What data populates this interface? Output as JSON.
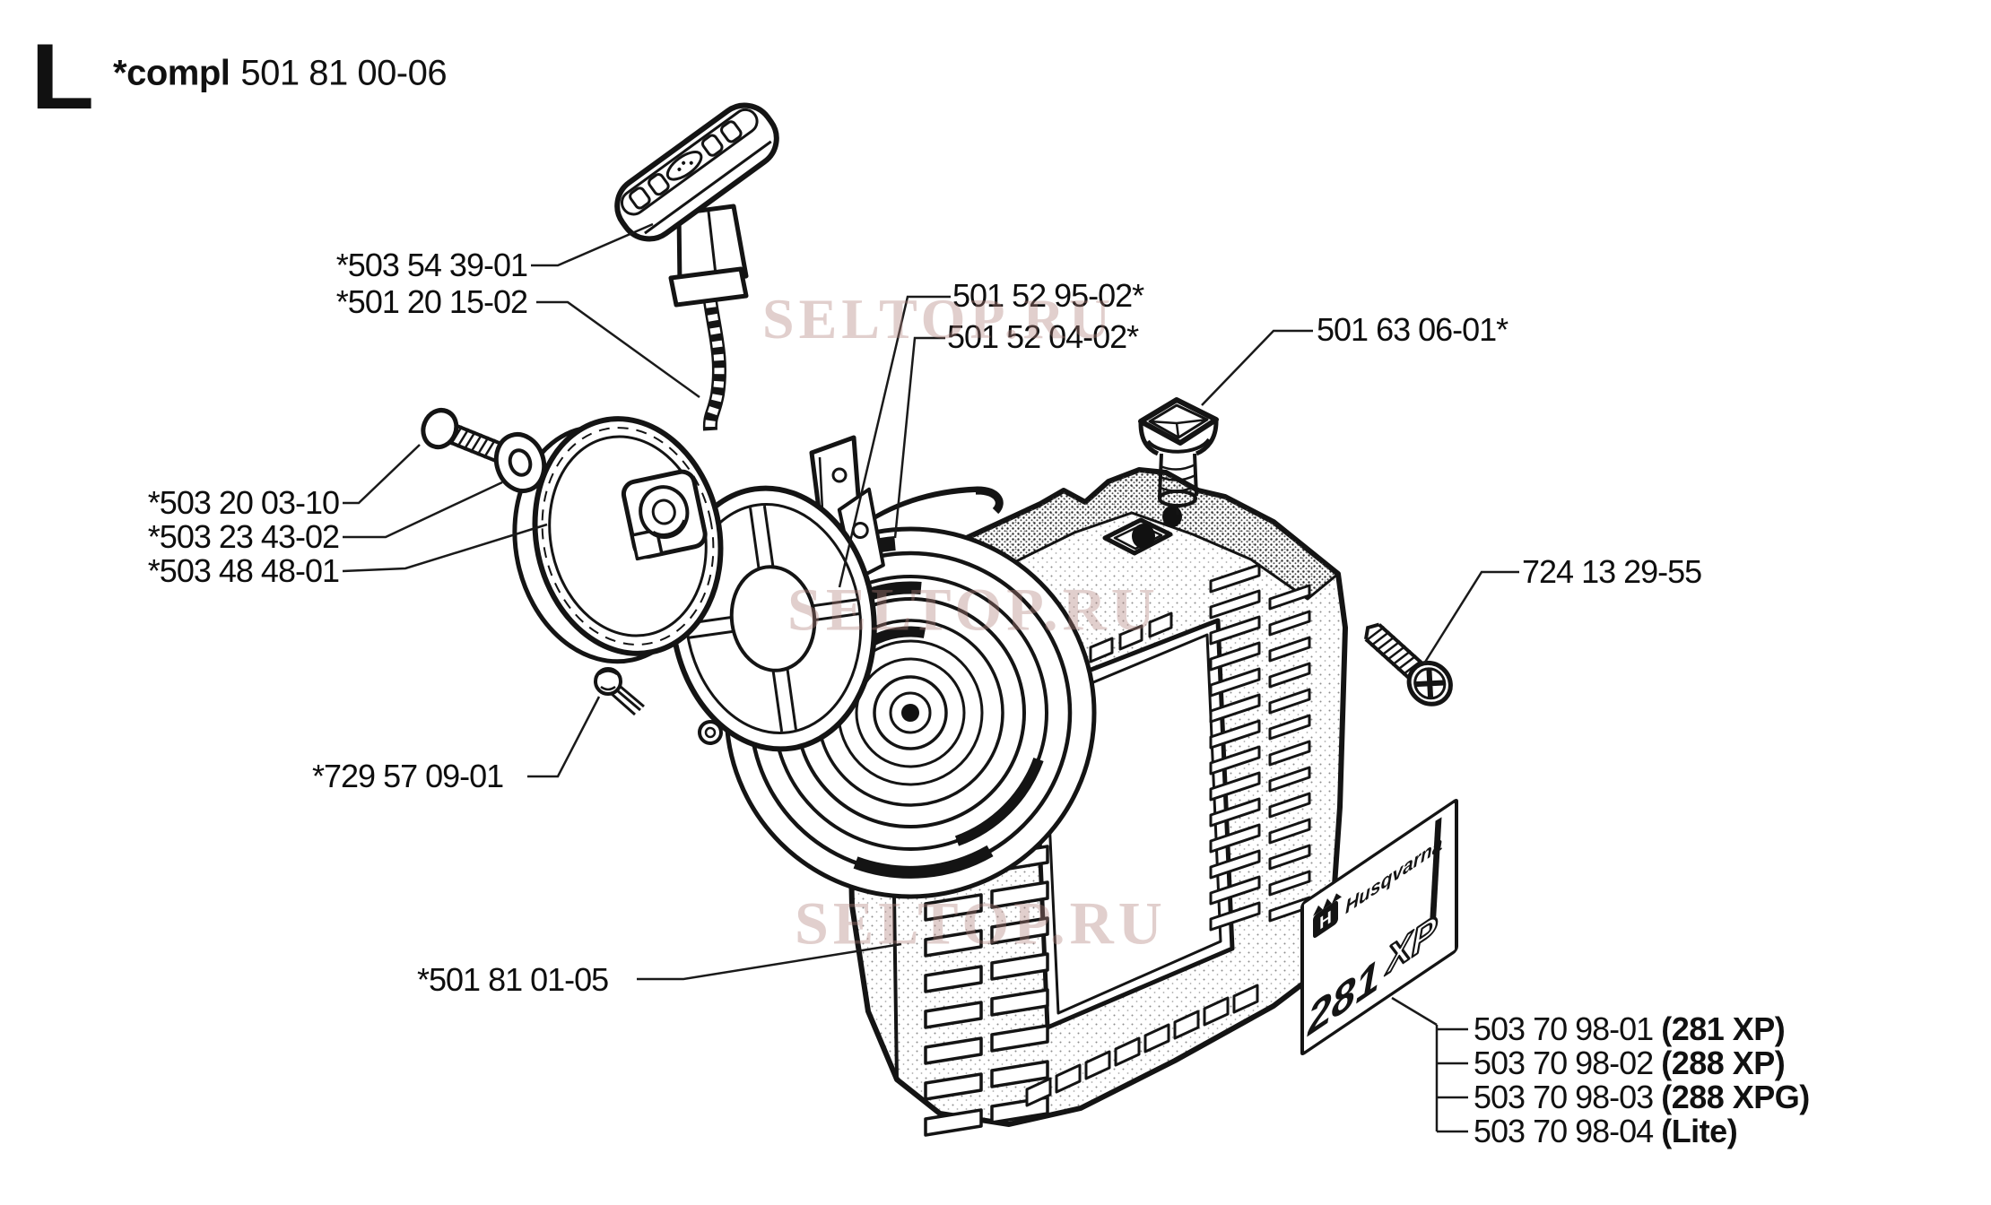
{
  "header": {
    "section_letter": "L",
    "compl_prefix": "*compl",
    "compl_number": "501 81 00-06"
  },
  "labels": {
    "handle": "*503 54 39-01",
    "rope_guide": "*501 20 15-02",
    "screw": "*503 20 03-10",
    "washer": "*503 23 43-02",
    "pulley": "*503 48 48-01",
    "small_screw": "*729 57 09-01",
    "recoil_spring": "501 52 95-02*",
    "starter_rope": "501 52 04-02*",
    "plug": "501 63 06-01*",
    "housing_screw": "724 13 29-55",
    "starter_housing": "*501 81 01-05"
  },
  "decal": {
    "logo_letter": "H",
    "brand": "Husqvarna",
    "model": "281",
    "model_suffix": "XP"
  },
  "variants": [
    {
      "number": "503 70 98-01",
      "model": "(281 XP)"
    },
    {
      "number": "503 70 98-02",
      "model": "(288 XP)"
    },
    {
      "number": "503 70 98-03",
      "model": "(288 XPG)"
    },
    {
      "number": "503 70 98-04",
      "model": "(Lite)"
    }
  ],
  "watermark": {
    "text": "SELTOP.RU"
  },
  "colors": {
    "ink": "#141414",
    "watermark": "rgba(176,128,124,0.38)",
    "background": "#ffffff"
  }
}
